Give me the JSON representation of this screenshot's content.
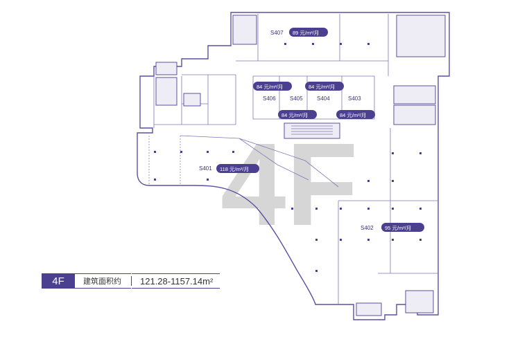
{
  "floor_watermark": "4F",
  "units": [
    {
      "id": "S401",
      "price": "118 元/m²/月"
    },
    {
      "id": "S402",
      "price": "95 元/m²/月"
    },
    {
      "id": "S403",
      "price": "84 元/m²/月"
    },
    {
      "id": "S404",
      "price": "84 元/m²/月"
    },
    {
      "id": "S405",
      "price": "84 元/m²/月"
    },
    {
      "id": "S406",
      "price": "84 元/m²/月"
    },
    {
      "id": "S407",
      "price": "89 元/m²/月"
    }
  ],
  "legend": {
    "floor": "4F",
    "area_label": "建筑面积约",
    "area_value": "121.28-1157.14m²"
  },
  "colors": {
    "accent": "#4b3f90",
    "watermark": "#d6d6d6"
  }
}
